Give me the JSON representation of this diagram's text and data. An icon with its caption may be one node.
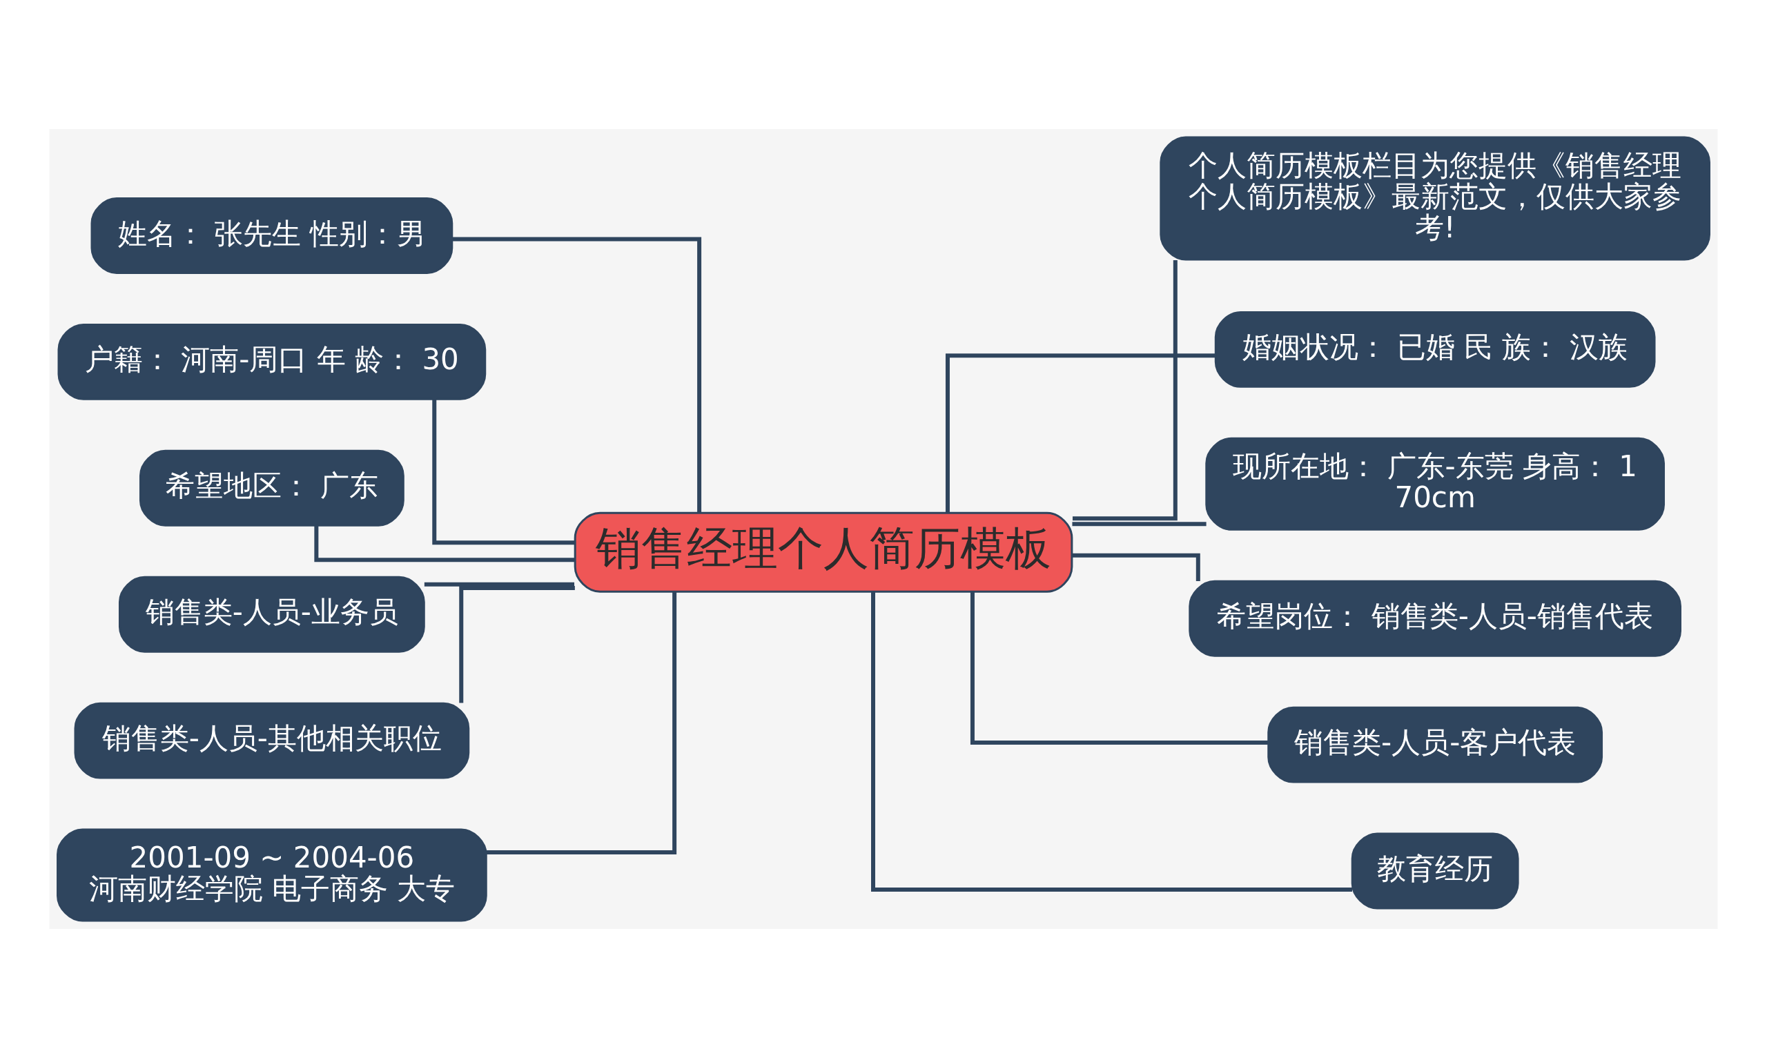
{
  "diagram": {
    "nodes": [
      {
        "text": [
          "销售经理个人简历模板"
        ]
      },
      {
        "text": [
          "个人简历模板栏目为您提供《销售经理个人简历模板》最新范文，仅供大家参考!"
        ]
      },
      {
        "text": [
          "婚姻状况： 已婚 民 族： 汉族"
        ]
      },
      {
        "text": [
          "现所在地： 广东-东莞 身高： 170cm"
        ]
      },
      {
        "text": [
          "希望岗位： 销售类-人员-销售代表"
        ]
      },
      {
        "text": [
          "销售类-人员-客户代表"
        ]
      },
      {
        "text": [
          "教育经历"
        ]
      },
      {
        "text": [
          "姓名： 张先生 性别：男"
        ]
      },
      {
        "text": [
          "户籍： 河南-周口 年 龄： 30"
        ]
      },
      {
        "text": [
          "希望地区： 广东"
        ]
      },
      {
        "text": [
          "销售类-人员-业务员"
        ]
      },
      {
        "text": [
          "销售类-人员-其他相关职位"
        ]
      },
      {
        "text": [
          "2001-09 ~ 2004-06 河南财经学院 电子商务 大专"
        ]
      }
    ],
    "edges": [
      {
        "from": 0,
        "to": 1,
        "arrow": "none"
      },
      {
        "from": 0,
        "to": 2,
        "arrow": "none"
      },
      {
        "from": 0,
        "to": 3,
        "arrow": "none"
      },
      {
        "from": 0,
        "to": 4,
        "arrow": "none"
      },
      {
        "from": 0,
        "to": 5,
        "arrow": "none"
      },
      {
        "from": 0,
        "to": 6,
        "arrow": "none"
      },
      {
        "from": 0,
        "to": 7,
        "arrow": "none"
      },
      {
        "from": 0,
        "to": 8,
        "arrow": "none"
      },
      {
        "from": 0,
        "to": 9,
        "arrow": "none"
      },
      {
        "from": 0,
        "to": 10,
        "arrow": "none"
      },
      {
        "from": 0,
        "to": 11,
        "arrow": "none"
      },
      {
        "from": 0,
        "to": 12,
        "arrow": "none"
      }
    ]
  }
}
